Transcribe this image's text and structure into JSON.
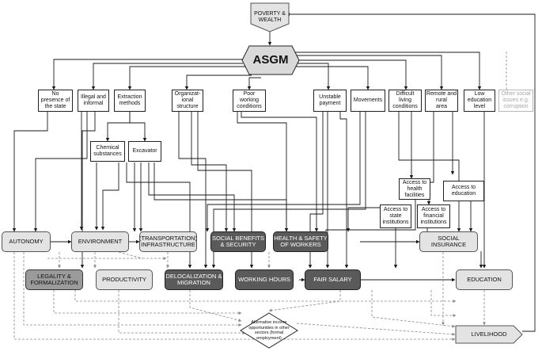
{
  "diagram": {
    "top": {
      "poverty": "POVERTY &\nWEALTH",
      "asgm": "ASGM"
    },
    "drivers": {
      "no_state": "No\npresence of\nthe state",
      "illegal": "Illegal and\ninformal",
      "extraction": "Extraction\nmethods",
      "organizational": "Organizat-\nional\nstructure",
      "poor_conditions": "Poor\nworking\nconditions",
      "unstable_payment": "Unstable\npayment",
      "movements": "Movements",
      "difficult_living": "Difficult\nliving\nconditions",
      "remote_rural": "Remote and\nrural\narea",
      "low_education": "Low\neducation\nlevel",
      "other_social": "Other social\nissues e.g.\ncorruption"
    },
    "methods": {
      "chemical": "Chemical\nsubstances",
      "excavator": "Excavator"
    },
    "access": {
      "health": "Access to\nhealth\nfacilities",
      "education": "Access to education",
      "state": "Access to\nstate\ninstitutions",
      "financial": "Access to\nfinancial\ninstitutions"
    },
    "outcomes": {
      "autonomy": "AUTONOMY",
      "environment": "ENVIRONMENT",
      "infrastructure": "(TRANSPORTATION)\nINFRASTRUCTURE",
      "social_benefits": "SOCIAL BENEFITS\n& SECURITY",
      "health_safety": "HEALTH & SAFETY\nOF WORKERS",
      "social_insurance": "SOCIAL\nINSURANCE",
      "legality": "LEGALITY &\nFORMALIZATION",
      "productivity": "PRODUCTIVITY",
      "delocalization": "DELOCALIZATION &\nMIGRATION",
      "working_hours": "WORKING HOURS",
      "fair_salary": "FAIR SALARY",
      "education": "EDUCATION"
    },
    "bottom": {
      "alternative": "Alternative income\nopportunities in other\nsectors (formal\nemployment)",
      "livelihood": "LIVELIHOOD"
    }
  },
  "colors": {
    "line": "#1a1a1a",
    "dashed_line": "#888888",
    "light_fill": "#e3e3e3",
    "mid_fill": "#9b9b9b",
    "dark_fill": "#5a5a5a"
  }
}
